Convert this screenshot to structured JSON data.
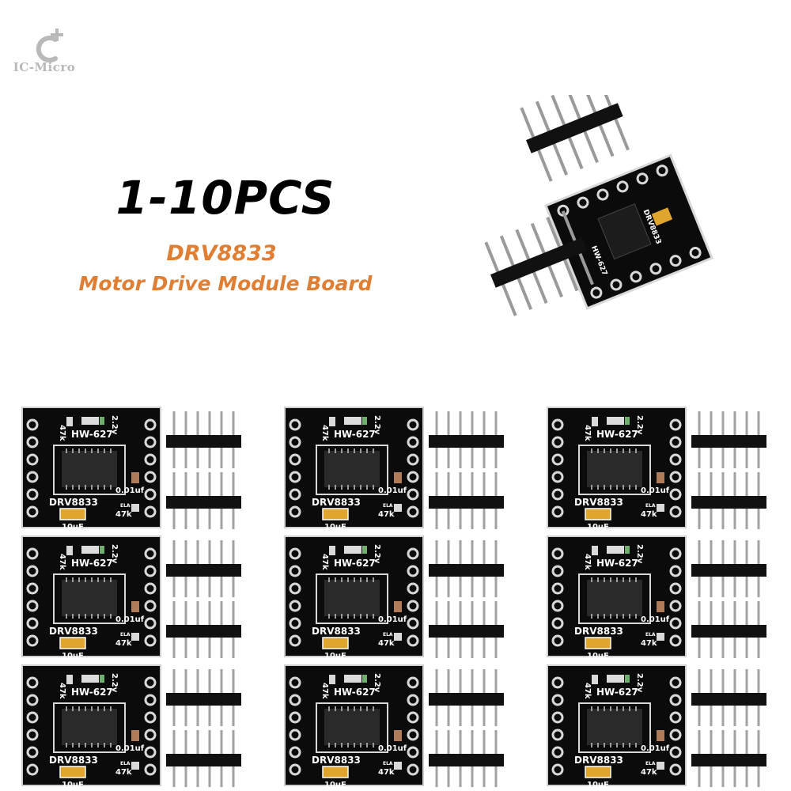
{
  "logo": {
    "text": "IC-Micro",
    "icon": "c-plus-logo-icon"
  },
  "headline": "1-10PCS",
  "product": {
    "name": "DRV8833",
    "description": "Motor Drive Module Board"
  },
  "board": {
    "model": "HW-627",
    "chip": "DRV8833",
    "labels": [
      "47k",
      "2.2v",
      "0.01uf",
      "10uF",
      "47k",
      "ELA"
    ]
  },
  "colors": {
    "accent": "#e07f34",
    "headline": "#000000",
    "logo": "#b9b9b9",
    "pcb": "#0b0b0b",
    "capacitor": "#e0a52c",
    "pins": "#9a9a9a"
  },
  "grid": {
    "rows": 3,
    "columns": 3
  }
}
